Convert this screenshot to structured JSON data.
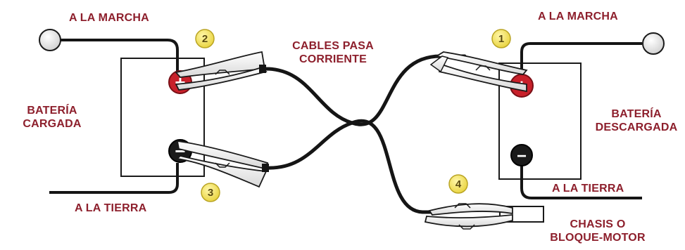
{
  "labels": {
    "left_to_starter": "A LA MARCHA",
    "right_to_starter": "A LA MARCHA",
    "cables_line1": "CABLES PASA",
    "cables_line2": "CORRIENTE",
    "charged_line1": "BATERÍA",
    "charged_line2": "CARGADA",
    "discharged_line1": "BATERÍA",
    "discharged_line2": "DESCARGADA",
    "left_to_ground": "A LA TIERRA",
    "right_to_ground": "A LA TIERRA",
    "chassis_line1": "CHASIS O",
    "chassis_line2": "BLOQUE-MOTOR"
  },
  "steps": [
    "1",
    "2",
    "3",
    "4"
  ],
  "terminals": {
    "positive": "+",
    "negative": "−"
  },
  "colors": {
    "label_red": "#8d1f2c",
    "positive_red": "#c8202a",
    "negative_black": "#1a1a1a",
    "step_yellow": "#f2e15a",
    "cable": "#151515"
  }
}
